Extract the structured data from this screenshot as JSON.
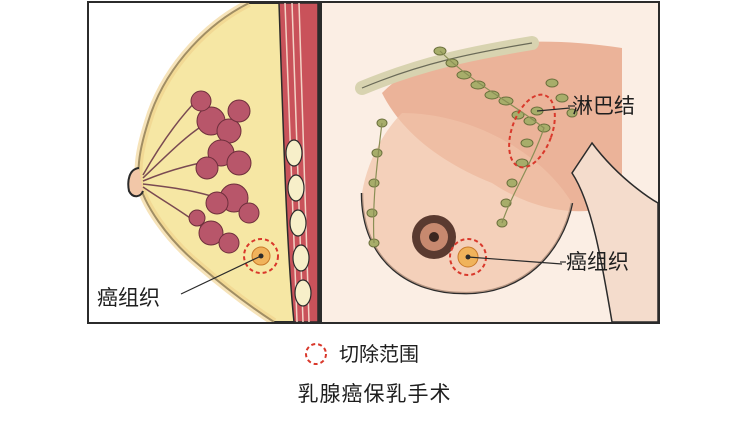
{
  "labels": {
    "lymph_nodes": "淋巴结",
    "tumor_right": "癌组织",
    "tumor_left": "癌组织"
  },
  "legend": {
    "marker": "red-dashed-circle",
    "text": "切除范围"
  },
  "caption": "乳腺癌保乳手术",
  "colors": {
    "excision_marker": "#d9382b",
    "skin": "#f2c7a8",
    "muscle": "#e7a88c",
    "glandular_tissue": "#b8566a",
    "fat": "#f6e7a4",
    "lymph_node": "#a7ad6a",
    "outline": "#2b2b2b"
  }
}
